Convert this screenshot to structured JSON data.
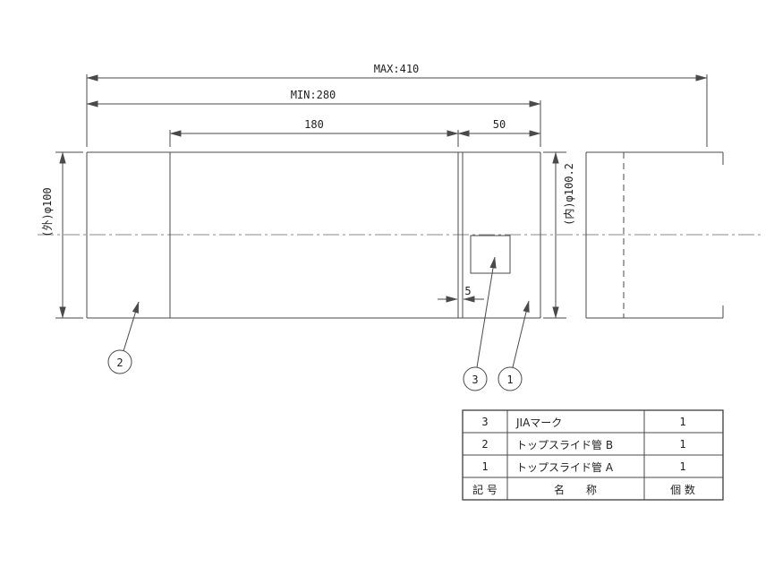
{
  "drawing": {
    "dimensions": {
      "max": "MAX:410",
      "min": "MIN:280",
      "len180": "180",
      "len50": "50",
      "step5": "5",
      "outer_dia": "(外)φ100",
      "inner_dia": "(内)φ100.2"
    },
    "balloons": {
      "b1": "1",
      "b2": "2",
      "b3": "3"
    },
    "parts_table": {
      "header": {
        "no": "記 号",
        "name": "名　　称",
        "qty": "個 数"
      },
      "rows": [
        {
          "no": "3",
          "name": "JIAマーク",
          "qty": "1"
        },
        {
          "no": "2",
          "name": "トップスライド管 B",
          "qty": "1"
        },
        {
          "no": "1",
          "name": "トップスライド管 A",
          "qty": "1"
        }
      ]
    }
  }
}
